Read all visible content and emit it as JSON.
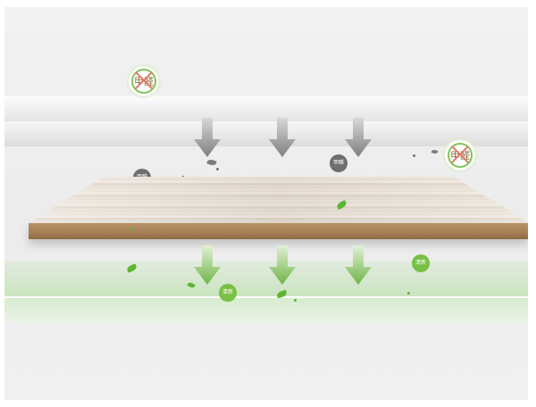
{
  "badges": {
    "no_formaldehyde_label": "甲醛",
    "formaldehyde_label": "甲醛",
    "fresh_label": "清新"
  },
  "colors": {
    "gray_arrow": "#8f8f8f",
    "green_arrow": "#79bc52",
    "gray_badge": "#6e6e6e",
    "green_badge": "#77c043",
    "wood_edge": "#a57d55"
  },
  "icons": {
    "prohibited": "no-formaldehyde-icon",
    "arrow": "down-arrow-icon",
    "leaf": "leaf-icon"
  }
}
